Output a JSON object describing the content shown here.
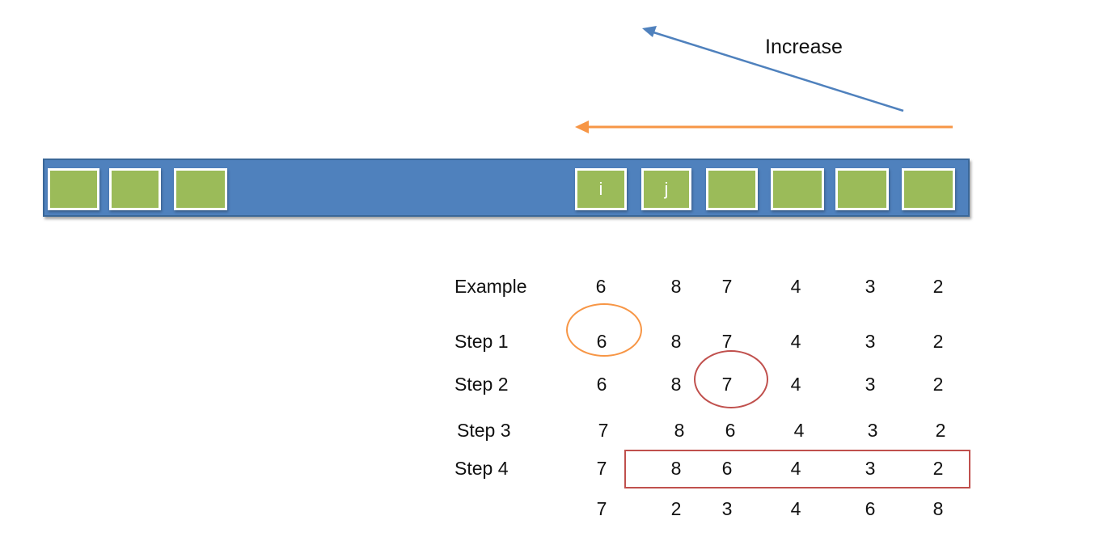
{
  "arrow_label": "Increase",
  "colors": {
    "blue_arrow": "#4f81bd",
    "orange_arrow": "#f79646",
    "array_bar": "#4f81bd",
    "cell_fill": "#9bbb59",
    "highlight_red": "#c0504d"
  },
  "array": {
    "cells": [
      {
        "label": ""
      },
      {
        "label": ""
      },
      {
        "label": ""
      },
      {
        "label": "i"
      },
      {
        "label": "j"
      },
      {
        "label": ""
      },
      {
        "label": ""
      },
      {
        "label": ""
      },
      {
        "label": ""
      }
    ]
  },
  "table": {
    "rows": [
      {
        "label": "Example",
        "values": [
          "6",
          "8",
          "7",
          "4",
          "3",
          "2"
        ]
      },
      {
        "label": "Step 1",
        "values": [
          "6",
          "8",
          "7",
          "4",
          "3",
          "2"
        ]
      },
      {
        "label": "Step 2",
        "values": [
          "6",
          "8",
          "7",
          "4",
          "3",
          "2"
        ]
      },
      {
        "label": "Step 3",
        "values": [
          "7",
          "8",
          "6",
          "4",
          "3",
          "2"
        ]
      },
      {
        "label": "Step 4",
        "values": [
          "7",
          "8",
          "6",
          "4",
          "3",
          "2"
        ]
      },
      {
        "label": "",
        "values": [
          "7",
          "2",
          "3",
          "4",
          "6",
          "8"
        ]
      }
    ]
  }
}
